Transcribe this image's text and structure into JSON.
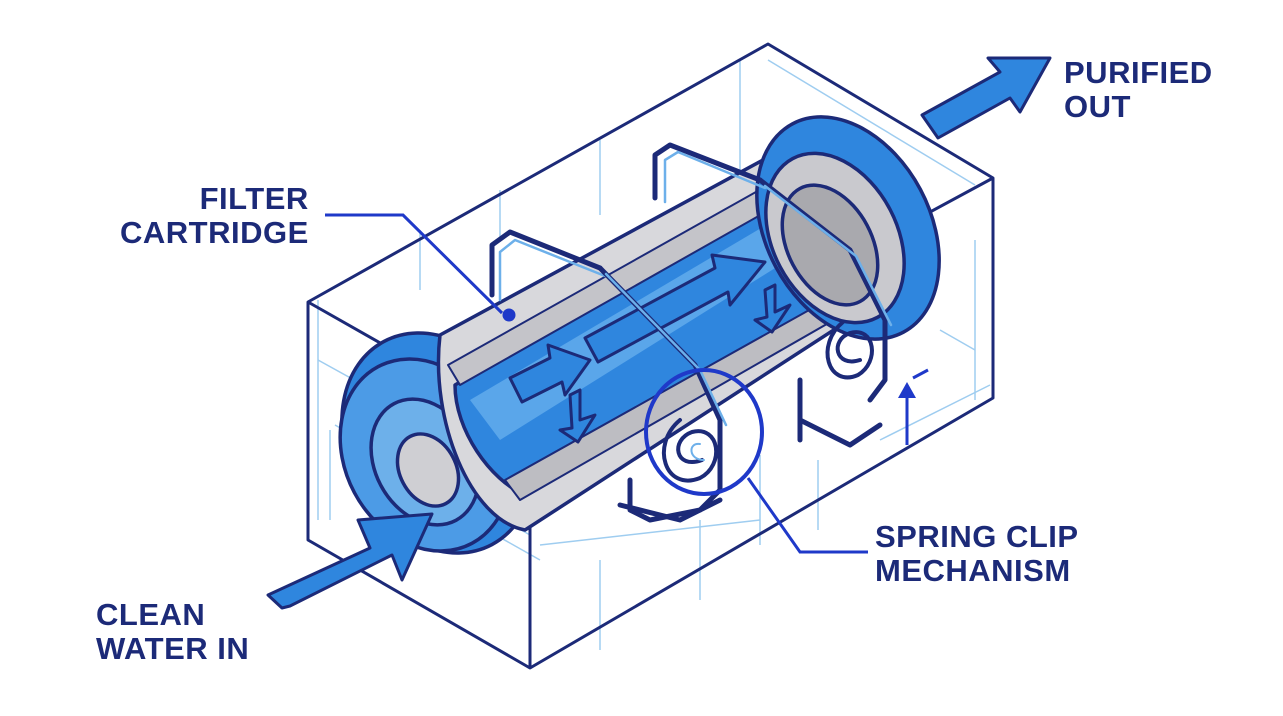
{
  "labels": {
    "filter_cartridge": [
      "FILTER",
      "CARTRIDGE"
    ],
    "purified_out": [
      "PURIFIED",
      "OUT"
    ],
    "spring_clip": [
      "SPRING CLIP",
      "MECHANISM"
    ],
    "clean_water_in": [
      "CLEAN",
      "WATER IN"
    ]
  },
  "colors": {
    "outline": "#1c2a78",
    "accent_blue": "#2f86de",
    "light_blue": "#6db0ea",
    "grid": "#9fcdf0",
    "gray": "#cfcfd3",
    "dark_gray": "#a9a9ae",
    "callout": "#1f39c9"
  },
  "icons": [
    "inlet-arrow-icon",
    "outlet-arrow-icon",
    "flow-arrow-icon",
    "spring-coil-icon"
  ]
}
